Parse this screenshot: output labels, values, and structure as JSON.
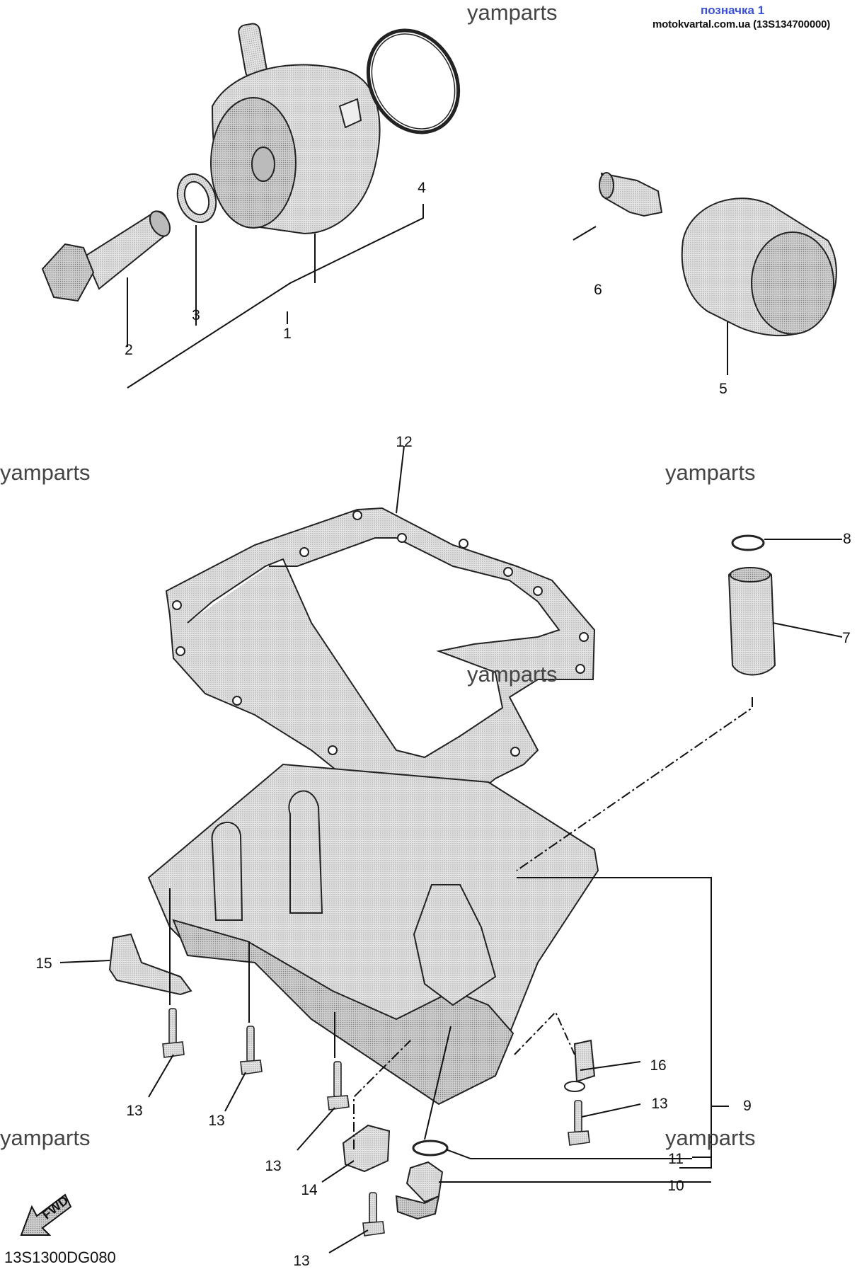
{
  "header": {
    "title": "позначка 1",
    "site": "motokvartal.com.ua (13S134700000)"
  },
  "watermark": "yamparts",
  "diagram_code": "13S1300DG080",
  "fwd_label": "FWD",
  "callouts": [
    "1",
    "2",
    "3",
    "4",
    "5",
    "6",
    "7",
    "8",
    "9",
    "10",
    "11",
    "12",
    "13",
    "13",
    "13",
    "13",
    "13",
    "13",
    "14",
    "15",
    "16"
  ],
  "colors": {
    "ink": "#111111",
    "part_fill": "#d9d9d9",
    "header_blue": "#3a4fd8"
  }
}
